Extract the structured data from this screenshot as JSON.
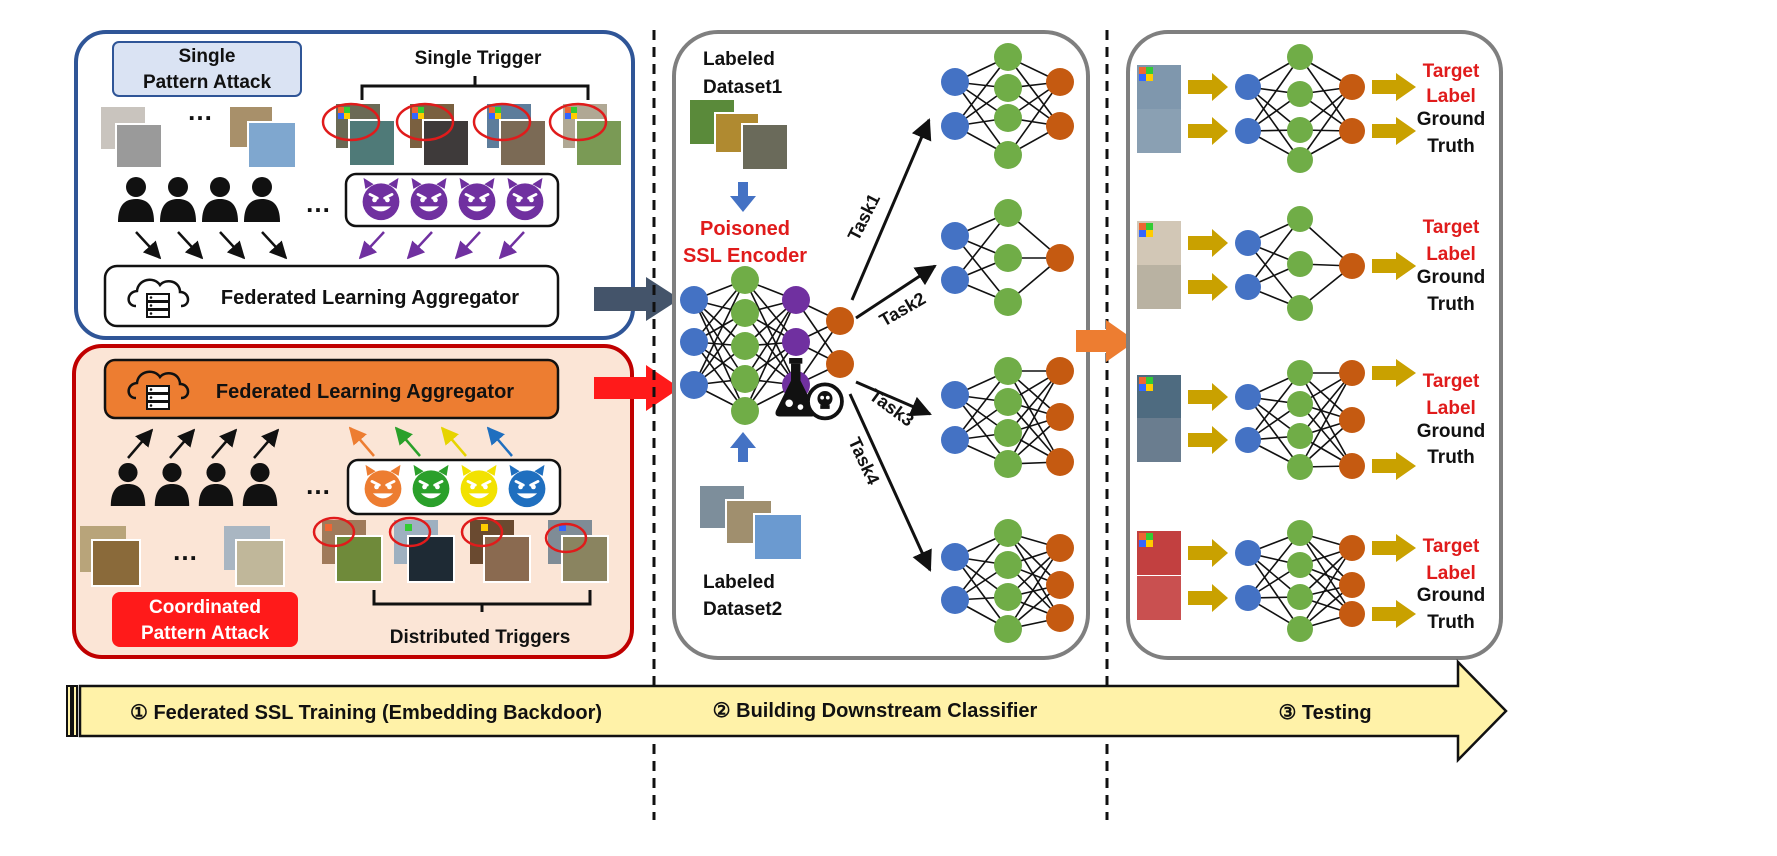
{
  "colors": {
    "blue_panel_border": "#2f5597",
    "red_panel_border": "#c00000",
    "red_panel_fill": "#fbe5d6",
    "aggregator_orange": "#ed7d31",
    "node_blue": "#4472c4",
    "node_green": "#70ad47",
    "node_orange": "#c55a11",
    "node_purple": "#7030a0",
    "arrow_gold": "#c9a100",
    "banner_fill": "#fff2a8",
    "label_red": "#e01b1b"
  },
  "panel1": {
    "single_pattern_label": [
      "Single",
      "Pattern Attack"
    ],
    "single_trigger_label": "Single Trigger",
    "ellipsis": "…",
    "aggregator_label": "Federated Learning Aggregator"
  },
  "panel2": {
    "aggregator_label": "Federated Learning Aggregator",
    "ellipsis": "…",
    "coordinated_label": [
      "Coordinated",
      "Pattern Attack"
    ],
    "distributed_label": "Distributed Triggers"
  },
  "middle": {
    "dataset1": [
      "Labeled",
      "Dataset1"
    ],
    "dataset2": [
      "Labeled",
      "Dataset2"
    ],
    "encoder": [
      "Poisoned",
      "SSL Encoder"
    ],
    "tasks": [
      "Task1",
      "Task2",
      "Task3",
      "Task4"
    ]
  },
  "testing": {
    "rows": [
      {
        "target": [
          "Target",
          "Label"
        ],
        "truth": [
          "Ground",
          "Truth"
        ]
      },
      {
        "target": [
          "Target",
          "Label"
        ],
        "truth": [
          "Ground",
          "Truth"
        ]
      },
      {
        "target": [
          "Target",
          "Label"
        ],
        "truth": [
          "Ground",
          "Truth"
        ]
      },
      {
        "target": [
          "Target",
          "Label"
        ],
        "truth": [
          "Ground",
          "Truth"
        ]
      }
    ]
  },
  "banner": {
    "step1": "① Federated SSL Training (Embedding Backdoor)",
    "step2": "② Building Downstream Classifier",
    "step3": "③ Testing"
  }
}
